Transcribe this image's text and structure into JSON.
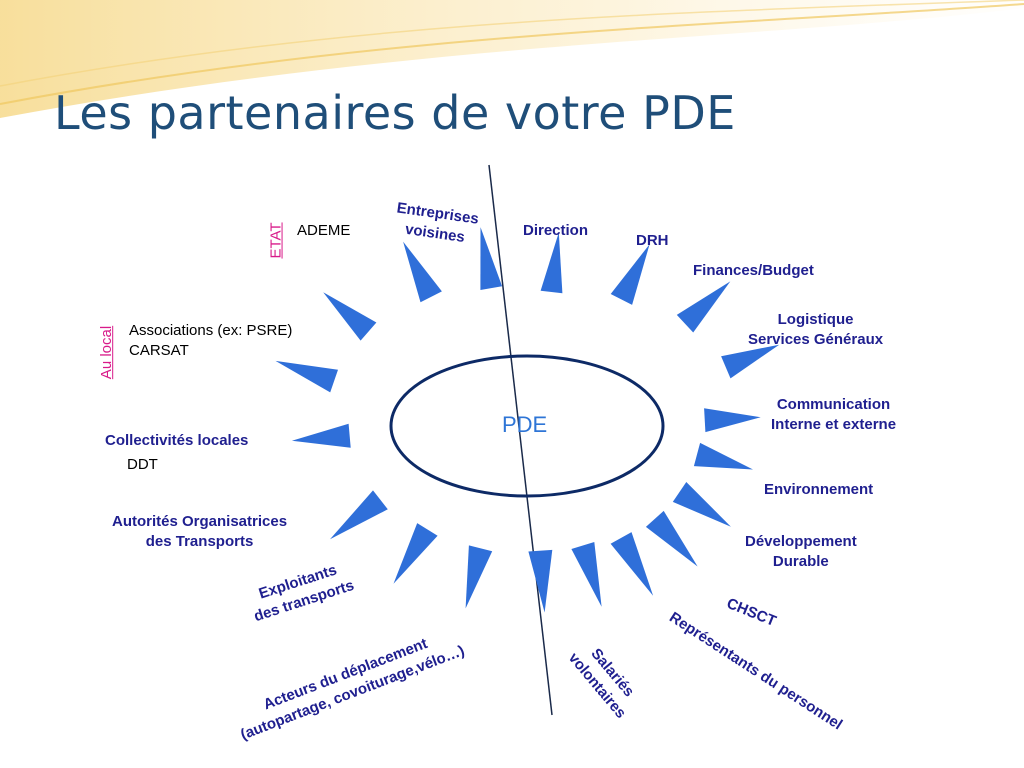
{
  "title": "Les partenaires de votre PDE",
  "center": "PDE",
  "tags": {
    "etat": "ETAT",
    "au_local": "Au local"
  },
  "plain": {
    "ademe": "ADEME",
    "associations": "Associations  (ex: PSRE)",
    "carsat": "CARSAT",
    "ddt": "DDT"
  },
  "partners": {
    "entreprises": [
      "Entreprises",
      "voisines"
    ],
    "direction": "Direction",
    "drh": "DRH",
    "finances": "Finances/Budget",
    "logistique": [
      "Logistique",
      "Services Généraux"
    ],
    "communication": [
      "Communication",
      "Interne et externe"
    ],
    "environnement": "Environnement",
    "developpement": [
      "Développement",
      "Durable"
    ],
    "chsct": "CHSCT",
    "representants": "Représentants du personnel",
    "salaries": [
      "Salariés",
      "volontaires"
    ],
    "acteurs": [
      "Acteurs du déplacement",
      "(autopartage, covoiturage,vélo…)"
    ],
    "exploitants": [
      "Exploitants",
      "des transports"
    ],
    "autorites": [
      "Autorités Organisatrices",
      "des Transports"
    ],
    "collectivites": "Collectivités  locales"
  }
}
